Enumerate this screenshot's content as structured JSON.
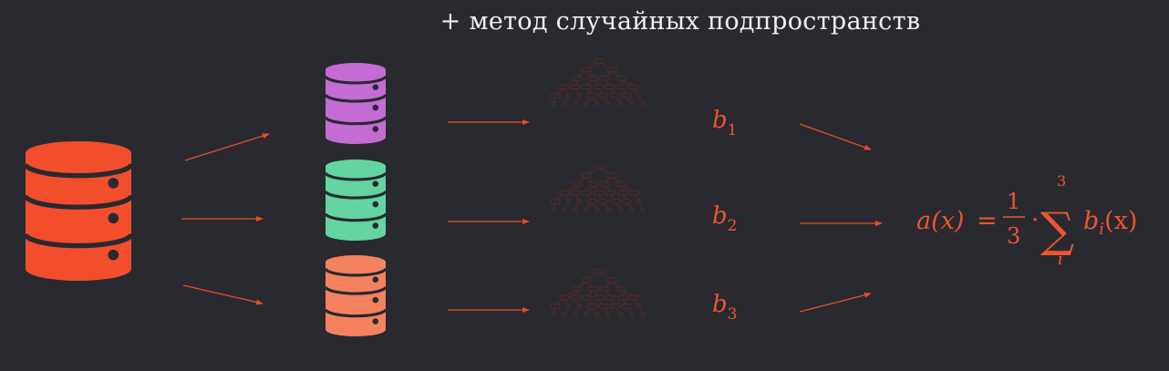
{
  "title": "+ метод случайных подпространств",
  "colors": {
    "background": "#282a2f",
    "main_db": "#f24e2c",
    "db_purple": "#c46bd4",
    "db_green": "#63d4a2",
    "db_salmon": "#f5825e",
    "db_stripe": "#282a2f",
    "arrow": "#e84a2c",
    "tree_node": "#5a2a2a",
    "tree_leaf": "#2e6e5a",
    "math": "#f0542f"
  },
  "icons": {
    "main_database": "database-icon",
    "subset_databases": [
      "database-icon",
      "database-icon",
      "database-icon"
    ],
    "trees": [
      "decision-tree-icon",
      "decision-tree-icon",
      "decision-tree-icon"
    ]
  },
  "models": [
    {
      "base": "b",
      "sub": "1"
    },
    {
      "base": "b",
      "sub": "2"
    },
    {
      "base": "b",
      "sub": "3"
    }
  ],
  "formula": {
    "lhs": "a(x)",
    "equals": "=",
    "frac_num": "1",
    "frac_den": "3",
    "dot": "·",
    "sum_symbol": "∑",
    "sum_upper": "3",
    "sum_lower": "i",
    "term_base": "b",
    "term_sub": "i",
    "term_arg": "(x)"
  }
}
